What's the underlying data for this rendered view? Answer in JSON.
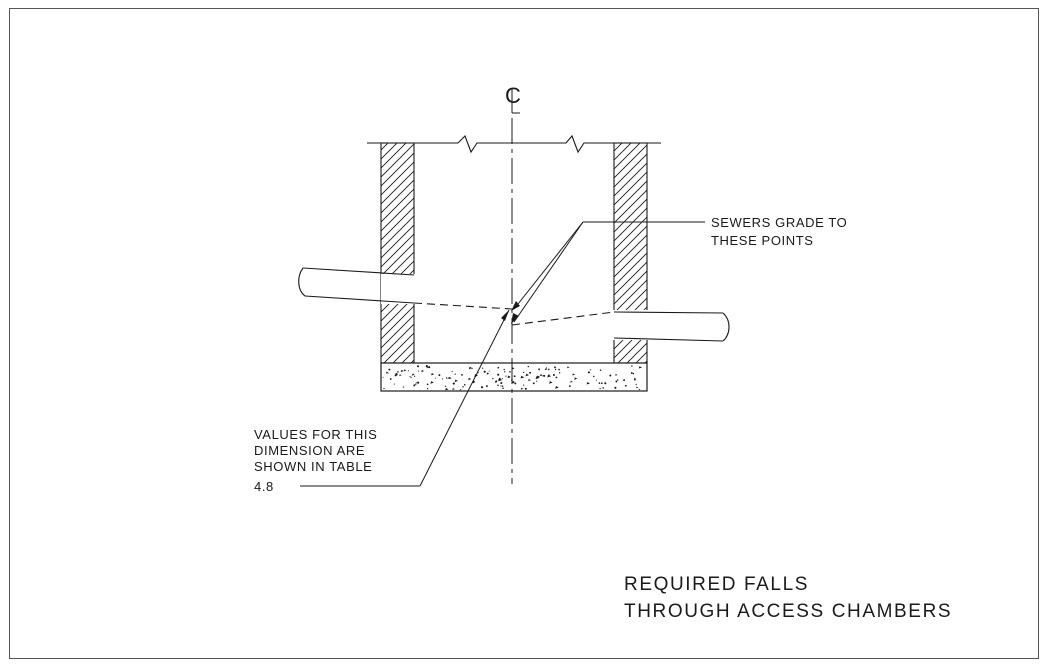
{
  "drawing": {
    "title_lines": [
      "REQUIRED FALLS",
      "THROUGH ACCESS CHAMBERS"
    ],
    "centerline_symbol": "C",
    "note_grade_lines": [
      "SEWERS GRADE TO",
      "THESE POINTS"
    ],
    "note_values_lines": [
      "VALUES FOR THIS",
      "DIMENSION ARE",
      "SHOWN IN TABLE",
      "4.8"
    ],
    "line_color": "#1a1a1a",
    "frame_color": "#555555"
  }
}
